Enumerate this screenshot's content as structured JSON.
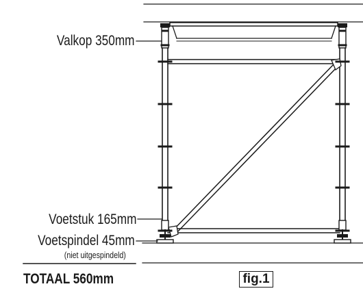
{
  "labels": {
    "valkop": "Valkop 350mm",
    "voetstuk": "Voetstuk 165mm",
    "voetspindel": "Voetspindel   45mm",
    "niet_uitgespindeld": "(niet uitgespindeld)",
    "totaal": "TOTAAL  560mm"
  },
  "figure": {
    "label": "fig.1"
  }
}
